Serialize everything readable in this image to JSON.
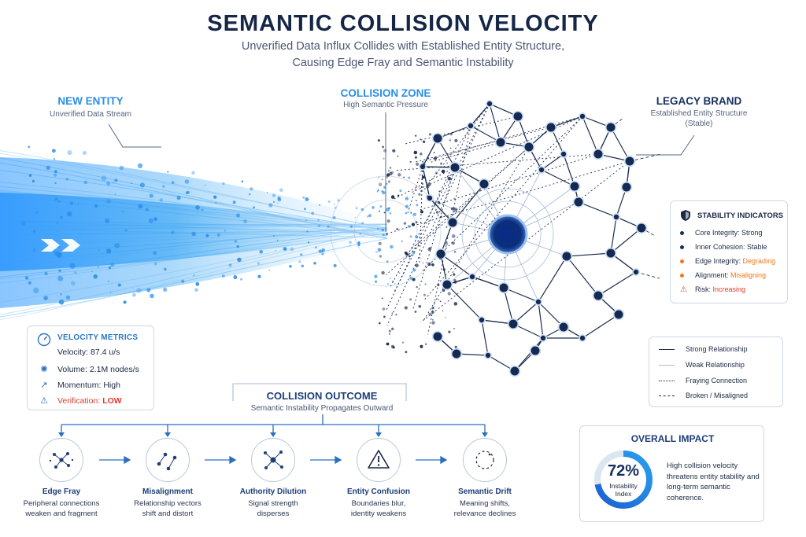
{
  "header": {
    "title": "SEMANTIC COLLISION VELOCITY",
    "subtitle_line1": "Unverified Data Influx Collides with Established Entity Structure,",
    "subtitle_line2": "Causing Edge Fray and Semantic Instability"
  },
  "zones": {
    "new_entity": {
      "title": "NEW ENTITY",
      "subtitle": "Unverified Data Stream"
    },
    "collision": {
      "title": "COLLISION ZONE",
      "subtitle": "High Semantic Pressure"
    },
    "legacy": {
      "title": "LEGACY BRAND",
      "subtitle_line1": "Established Entity Structure",
      "subtitle_line2": "(Stable)"
    }
  },
  "velocity_metrics": {
    "title": "VELOCITY METRICS",
    "velocity": "Velocity: 87.4 u/s",
    "volume": "Volume: 2.1M nodes/s",
    "momentum": "Momentum: High",
    "verification_label": "Verification: ",
    "verification_value": "LOW"
  },
  "stability_indicators": {
    "title": "STABILITY INDICATORS",
    "core": "Core Integrity: Strong",
    "inner": "Inner Cohesion: Stable",
    "edge_label": "Edge Integrity: ",
    "edge_value": "Degrading",
    "alignment_label": "Alignment: ",
    "alignment_value": "Misaligning",
    "risk_label": "Risk: ",
    "risk_value": "Increasing"
  },
  "legend": {
    "strong": "Strong Relationship",
    "weak": "Weak Relationship",
    "fraying": "Fraying Connection",
    "broken": "Broken / Misaligned"
  },
  "outcome": {
    "title": "COLLISION OUTCOME",
    "subtitle": "Semantic Instability Propagates Outward",
    "items": [
      {
        "title": "Edge Fray",
        "desc1": "Peripheral connections",
        "desc2": "weaken and fragment"
      },
      {
        "title": "Misalignment",
        "desc1": "Relationship vectors",
        "desc2": "shift and distort"
      },
      {
        "title": "Authority Dilution",
        "desc1": "Signal strength",
        "desc2": "disperses"
      },
      {
        "title": "Entity Confusion",
        "desc1": "Boundaries blur,",
        "desc2": "identity weakens"
      },
      {
        "title": "Semantic Drift",
        "desc1": "Meaning shifts,",
        "desc2": "relevance declines"
      }
    ]
  },
  "impact": {
    "title": "OVERALL IMPACT",
    "value": 72,
    "value_text": "72%",
    "label_line1": "Instability",
    "label_line2": "Index",
    "desc": "High collision velocity threatens entity stability and long-term semantic coherence."
  },
  "colors": {
    "accent_blue": "#2a8fe6",
    "navy": "#15305e",
    "warning_orange": "#ee7a1a",
    "danger_red": "#e23b2e"
  }
}
